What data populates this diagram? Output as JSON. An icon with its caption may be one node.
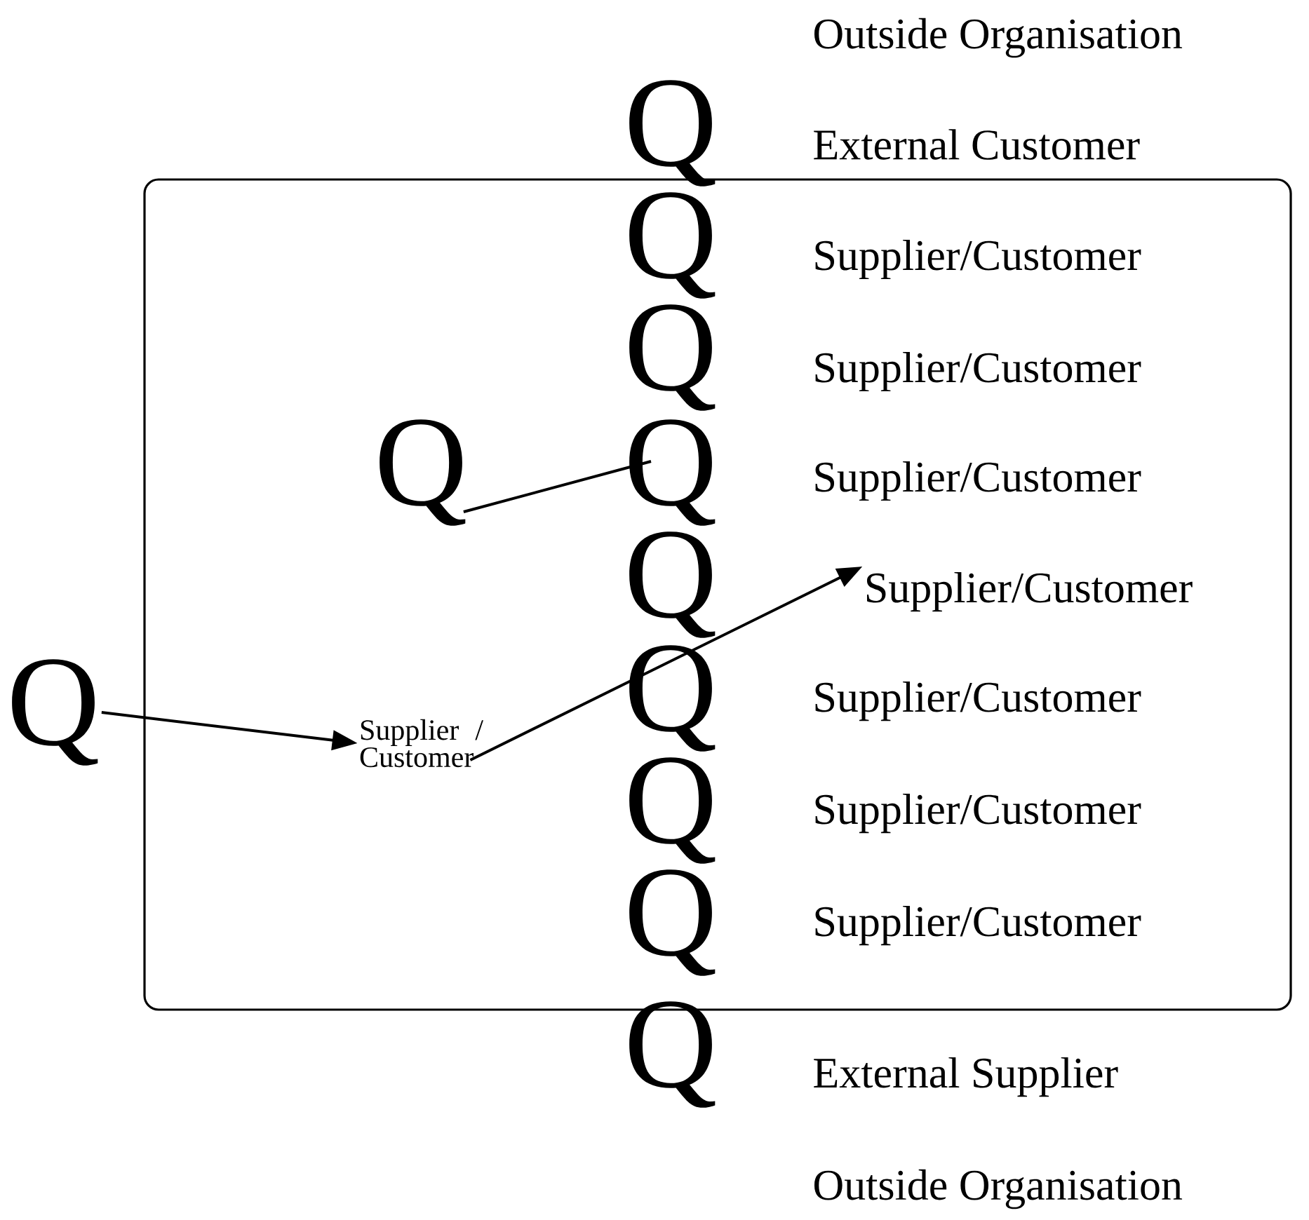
{
  "diagram": {
    "nodes": [
      {
        "text": [],
        "shape": "box"
      },
      {
        "text": [
          "Q"
        ]
      },
      {
        "text": [
          "Q"
        ],
        "in": 0
      },
      {
        "text": [
          "Q"
        ],
        "in": 0
      },
      {
        "text": [
          "Q"
        ],
        "in": 0
      },
      {
        "text": [
          "Q"
        ],
        "in": 0
      },
      {
        "text": [
          "Q"
        ],
        "in": 0
      },
      {
        "text": [
          "Q"
        ],
        "in": 0
      },
      {
        "text": [
          "Q"
        ],
        "in": 0
      },
      {
        "text": [
          "Q"
        ]
      },
      {
        "text": [
          "Q"
        ],
        "in": 0
      },
      {
        "text": [
          "Q"
        ]
      },
      {
        "text": [
          "Supplier / Customer"
        ],
        "in": 0
      },
      {
        "text": [
          "Supplier/Customer"
        ],
        "in": 0
      }
    ],
    "edges": [
      {
        "from": 10,
        "to": 4,
        "arrow": "none"
      },
      {
        "from": 11,
        "to": 12,
        "arrow": "to"
      },
      {
        "from": 12,
        "to": 13,
        "arrow": "to"
      }
    ],
    "labels": [
      "Outside Organisation",
      "External Customer",
      "Supplier/Customer",
      "Supplier/Customer",
      "Supplier/Customer",
      "Supplier/Customer",
      "Supplier/Customer",
      "Supplier/Customer",
      "External Supplier",
      "Outside Organisation"
    ]
  }
}
